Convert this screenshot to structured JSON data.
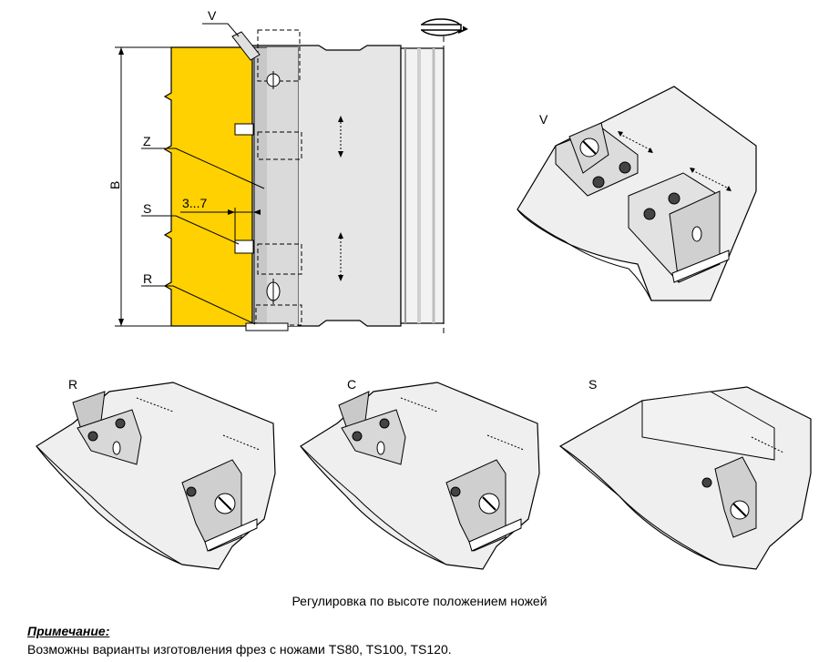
{
  "labels": {
    "top_v": "V",
    "dim_b": "B",
    "z": "Z",
    "range": "3...7",
    "s": "S",
    "r": "R",
    "detail_v": "V",
    "detail_r": "R",
    "detail_c": "C",
    "detail_s": "S"
  },
  "caption": "Регулировка по высоте положением ножей",
  "note": {
    "title": "Примечание:",
    "text": "Возможны варианты изготовления фрез с ножами TS80, TS100, TS120."
  },
  "colors": {
    "blade_yellow": "#FFD100",
    "metal_light": "#EFEFEF",
    "metal_mid": "#D9D9D9",
    "metal_dark": "#BDBDBD",
    "line": "#000000"
  }
}
